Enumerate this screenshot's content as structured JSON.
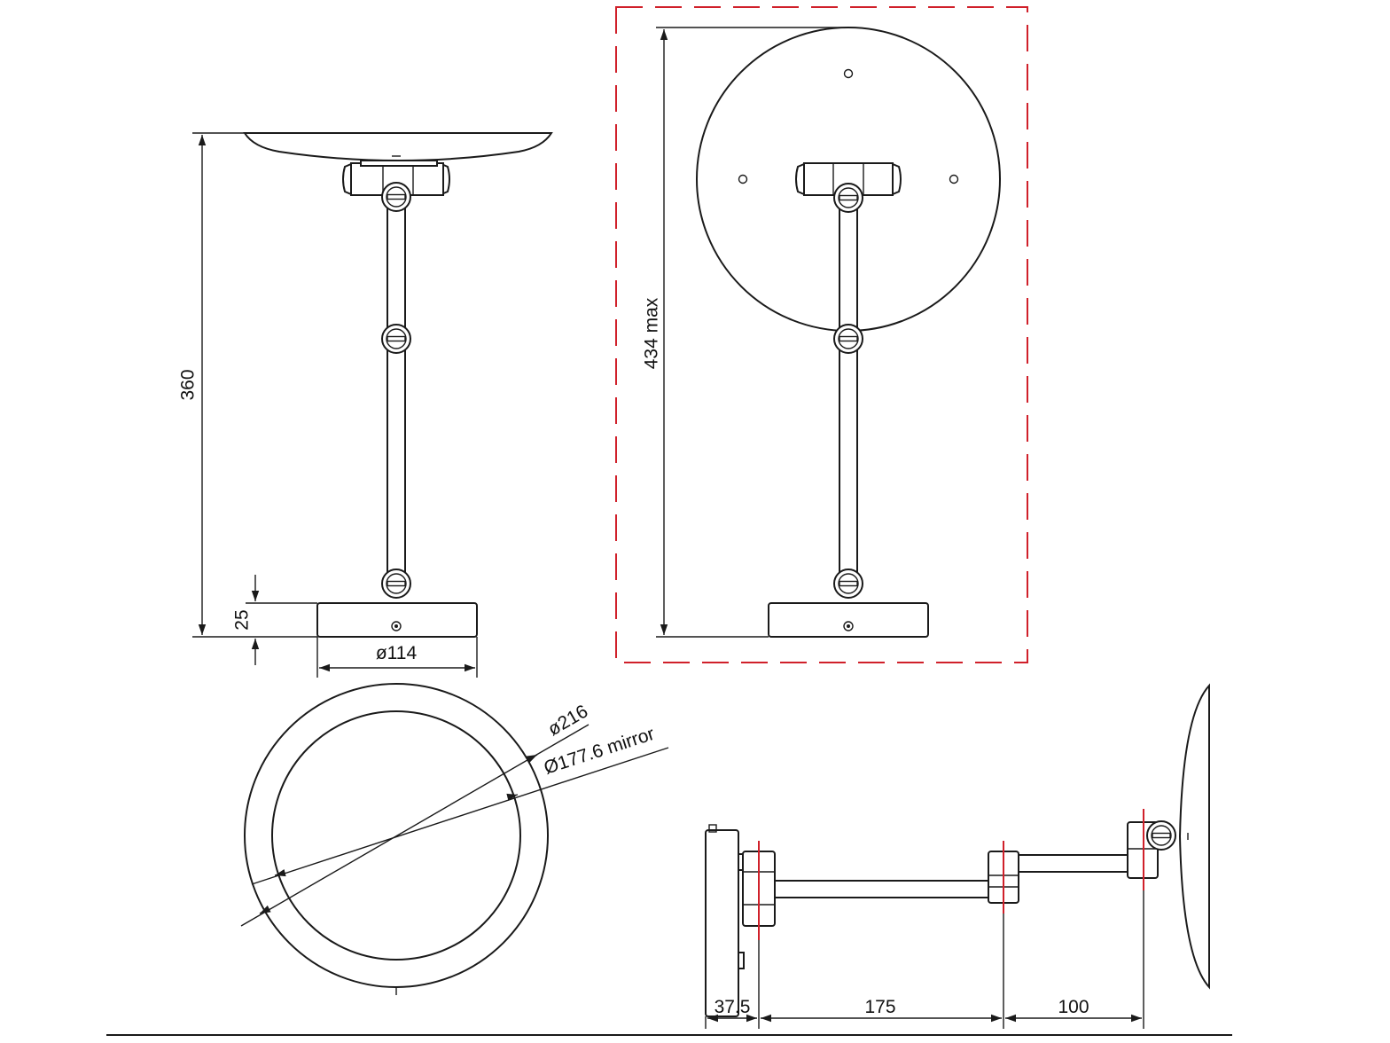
{
  "dimensions": {
    "height_side": "360",
    "base_height": "25",
    "base_diameter": "ø114",
    "max_height": "434 max",
    "outer_diameter": "ø216",
    "mirror_diameter": "Ø177.6 mirror",
    "wall_offset": "37.5",
    "arm_1": "175",
    "arm_2": "100"
  },
  "colors": {
    "line": "#1a1a1a",
    "red_marker": "#d0202a",
    "background": "#ffffff"
  }
}
